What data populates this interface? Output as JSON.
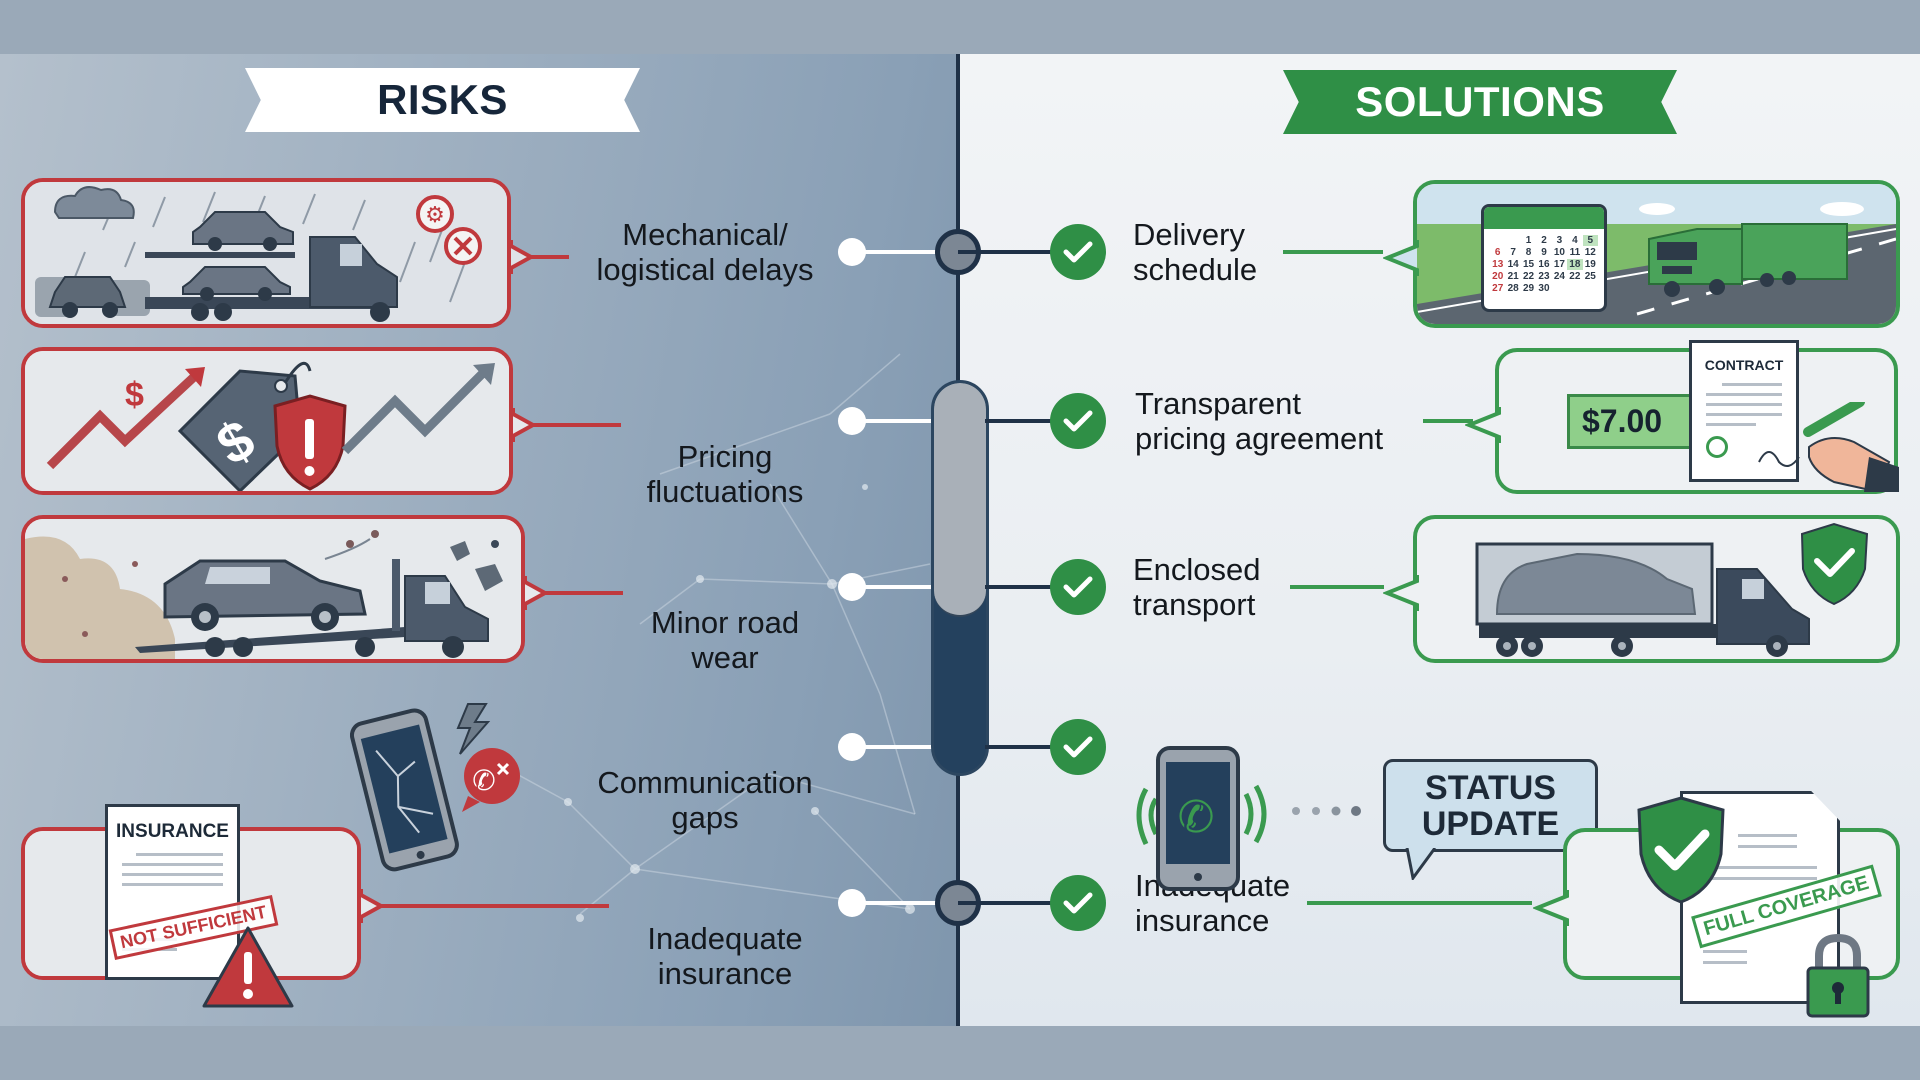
{
  "risks": {
    "title": "RISKS",
    "items": [
      {
        "line1": "Mechanical/",
        "line2": "logistical delays",
        "icon": "car-carrier-in-rain-icon"
      },
      {
        "line1": "Pricing",
        "line2": "fluctuations",
        "icon": "price-tag-warning-icon"
      },
      {
        "line1": "Minor road",
        "line2": "wear",
        "icon": "flatbed-debris-icon"
      },
      {
        "line1": "Communication",
        "line2": "gaps",
        "icon": "broken-phone-icon"
      },
      {
        "line1": "Inadequate",
        "line2": "insurance",
        "icon": "insurance-warning-icon"
      }
    ],
    "insurance_doc_title": "INSURANCE",
    "insurance_stamp": "NOT SUFFICIENT",
    "price_symbol": "$"
  },
  "solutions": {
    "title": "SOLUTIONS",
    "items": [
      {
        "line1": "Delivery",
        "line2": "schedule",
        "icon": "calendar-truck-icon"
      },
      {
        "line1": "Transparent",
        "line2": "pricing agreement",
        "icon": "contract-signing-icon"
      },
      {
        "line1": "Enclosed",
        "line2": "transport",
        "icon": "enclosed-truck-icon"
      },
      {
        "line1": "",
        "line2": "",
        "icon": "phone-call-status-icon"
      },
      {
        "line1": "Inadequate",
        "line2": "insurance",
        "icon": "full-coverage-icon"
      }
    ],
    "calendar_rows": [
      [
        "",
        "",
        "1",
        "2",
        "3",
        "4",
        "5"
      ],
      [
        "6",
        "7",
        "8",
        "9",
        "10",
        "11",
        "12"
      ],
      [
        "13",
        "14",
        "15",
        "16",
        "17",
        "18",
        "19"
      ],
      [
        "20",
        "21",
        "22",
        "23",
        "24",
        "22",
        "25"
      ],
      [
        "27",
        "28",
        "29",
        "30",
        "",
        "",
        ""
      ]
    ],
    "price_value": "$7.00",
    "contract_title": "CONTRACT",
    "status_line1": "STATUS",
    "status_line2": "UPDATE",
    "coverage_stamp": "FULL COVERAGE"
  },
  "progress": {
    "filled_fraction": 0.6
  },
  "colors": {
    "risk_red": "#c0393d",
    "solution_green": "#2f8f46",
    "navy": "#1f3147",
    "frame": "#9aa9b8"
  }
}
